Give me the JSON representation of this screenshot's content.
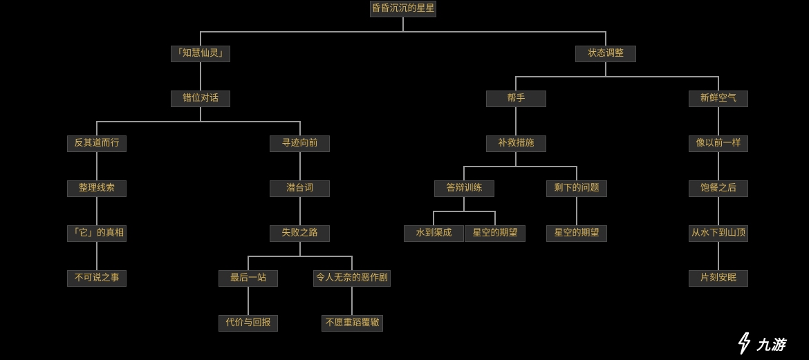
{
  "tree": {
    "root": "昏昏沉沉的星星",
    "left": {
      "title": "「知慧仙灵」",
      "child": "错位对话",
      "branch_a": {
        "title": "反其道而行",
        "n1": "整理线索",
        "n2": "「它」的真相",
        "n3": "不可说之事"
      },
      "branch_b": {
        "title": "寻迹向前",
        "n1": "潜台词",
        "n2": "失败之路",
        "left_leaf": "最后一站",
        "left_leaf_child": "代价与回报",
        "right_leaf": "令人无奈的恶作剧",
        "right_leaf_child": "不愿重蹈覆辙"
      }
    },
    "right": {
      "title": "状态调整",
      "help": {
        "title": "帮手",
        "child": "补救措施",
        "qa": {
          "title": "答辩训练",
          "a": "水到渠成",
          "b": "星空的期望"
        },
        "rest": {
          "title": "剩下的问题",
          "child": "星空的期望"
        }
      },
      "fresh": {
        "title": "新鲜空气",
        "n1": "像以前一样",
        "n2": "饱餐之后",
        "n3": "从水下到山顶",
        "n4": "片刻安眠"
      }
    }
  },
  "watermark": {
    "text": "九游",
    "icon": "jiuyou-logo-icon"
  }
}
